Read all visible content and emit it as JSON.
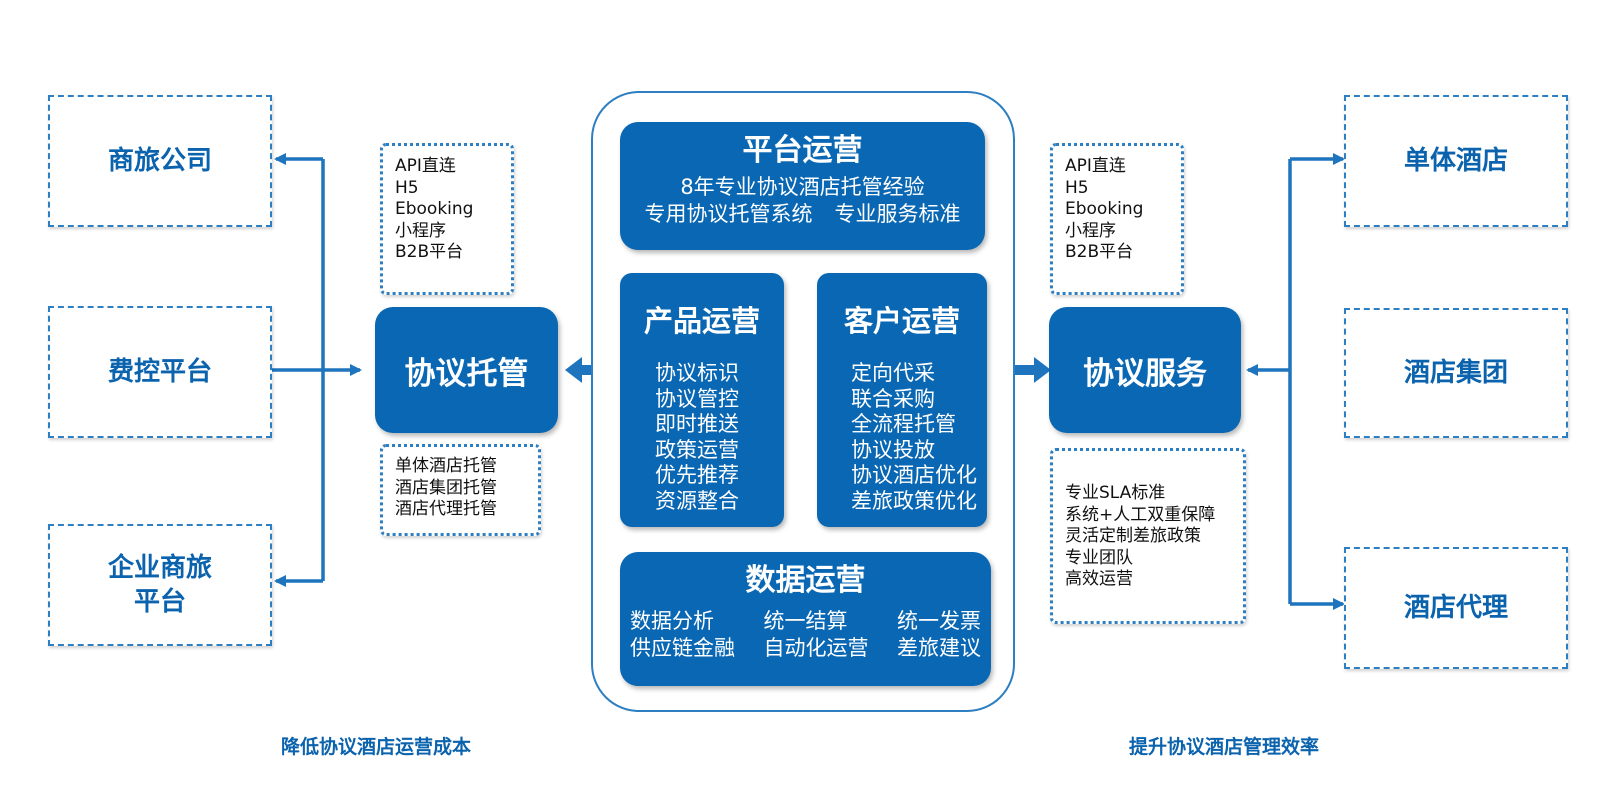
{
  "left": {
    "targets": [
      "商旅公司",
      "费控平台",
      "企业商旅\n平台"
    ],
    "hub": "协议托管",
    "channels": [
      "API直连",
      "H5",
      "Ebooking",
      "小程序",
      "B2B平台"
    ],
    "modes": [
      "单体酒店托管",
      "酒店集团托管",
      "酒店代理托管"
    ],
    "footer": "降低协议酒店运营成本"
  },
  "right": {
    "targets": [
      "单体酒店",
      "酒店集团",
      "酒店代理"
    ],
    "hub": "协议服务",
    "channels": [
      "API直连",
      "H5",
      "Ebooking",
      "小程序",
      "B2B平台"
    ],
    "features": [
      "专业SLA标准",
      "系统+人工双重保障",
      "灵活定制差旅政策",
      "专业团队",
      "高效运营"
    ],
    "footer": "提升协议酒店管理效率"
  },
  "center": {
    "platform": {
      "title": "平台运营",
      "line1": "8年专业协议酒店托管经验",
      "line2a": "专用协议托管系统",
      "line2b": "专业服务标准"
    },
    "product": {
      "title": "产品运营",
      "items": [
        "协议标识",
        "协议管控",
        "即时推送",
        "政策运营",
        "优先推荐",
        "资源整合"
      ]
    },
    "customer": {
      "title": "客户运营",
      "items": [
        "定向代采",
        "联合采购",
        "全流程托管",
        "协议投放",
        "协议酒店优化",
        "差旅政策优化"
      ]
    },
    "data": {
      "title": "数据运营",
      "row1": [
        "数据分析",
        "统一结算",
        "统一发票"
      ],
      "row2": [
        "供应链金融",
        "自动化运营",
        "差旅建议"
      ]
    }
  },
  "colors": {
    "primary": "#0a67b3",
    "line": "#1e74bd",
    "border": "#2d7fc1"
  }
}
